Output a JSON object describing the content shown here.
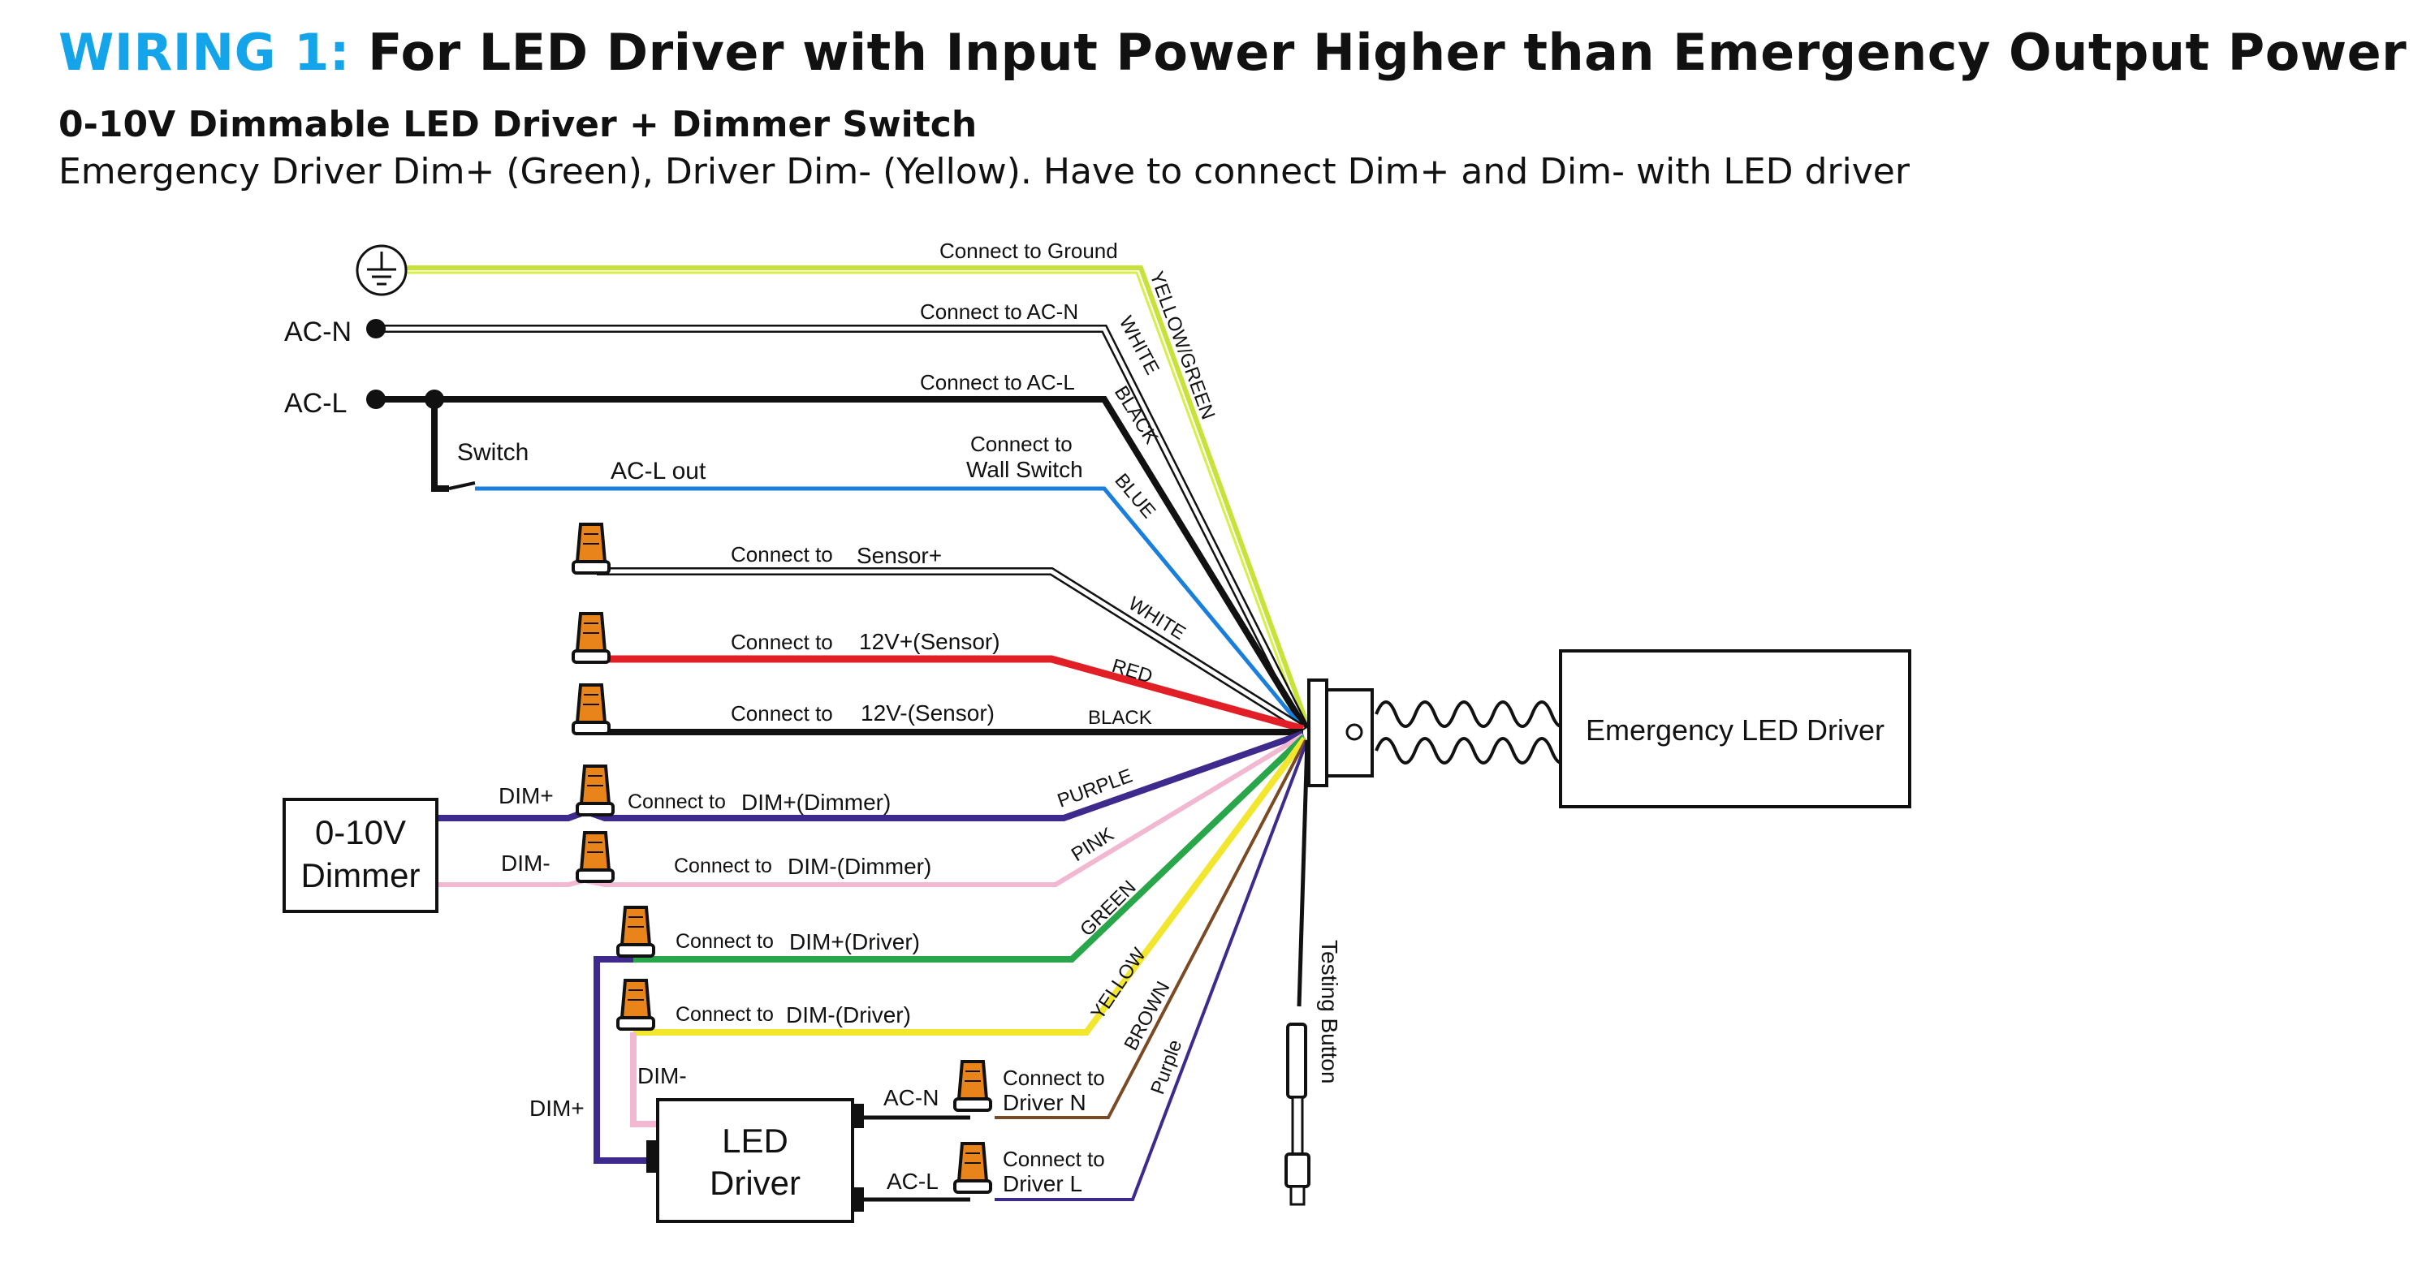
{
  "header": {
    "prefix": "WIRING 1:",
    "title": "For LED Driver with Input Power Higher than Emergency Output Power",
    "subtitle": "0-10V Dimmable LED Driver + Dimmer Switch",
    "description": "Emergency Driver Dim+ (Green), Driver Dim- (Yellow). Have to connect Dim+ and Dim- with LED driver"
  },
  "colors": {
    "accent": "#14a4ea",
    "yellow_green": "#c9e23a",
    "white_wire": "#ffffff",
    "black_wire": "#111111",
    "blue": "#1a7fdc",
    "red": "#e21f26",
    "purple": "#3d2a8c",
    "pink": "#f2b8d2",
    "green": "#2aa64a",
    "yellow": "#f2e62e",
    "brown": "#7a4a24",
    "nut_orange": "#e8841a"
  },
  "labels": {
    "ac_n": "AC-N",
    "ac_l": "AC-L",
    "switch": "Switch",
    "ac_l_out": "AC-L out",
    "ground": "Connect to Ground",
    "to_ac_n": "Connect to AC-N",
    "to_ac_l": "Connect to AC-L",
    "wall_1": "Connect to",
    "wall_2": "Wall Switch",
    "sensor_pre": "Connect to",
    "sensor_plus": "Sensor+",
    "v12p_pre": "Connect to",
    "v12p": "12V+(Sensor)",
    "v12m_pre": "Connect to",
    "v12m": "12V-(Sensor)",
    "dim_plus": "DIM+",
    "dim_minus": "DIM-",
    "dimp_dimmer_pre": "Connect to",
    "dimp_dimmer": "DIM+(Dimmer)",
    "dimm_dimmer_pre": "Connect to",
    "dimm_dimmer": "DIM-(Dimmer)",
    "dimp_driver_pre": "Connect to",
    "dimp_driver": "DIM+(Driver)",
    "dimm_driver_pre": "Connect to",
    "dimm_driver": "DIM-(Driver)",
    "dimm_vert": "DIM-",
    "dimp_vert": "DIM+",
    "drv_acn": "AC-N",
    "drv_acl": "AC-L",
    "drv_n_1": "Connect to",
    "drv_n_2": "Driver N",
    "drv_l_1": "Connect to",
    "drv_l_2": "Driver L",
    "testing": "Testing Button"
  },
  "wire_tags": {
    "yellow_green": "YELLOW/GREEN",
    "white": "WHITE",
    "black": "BLACK",
    "blue": "BLUE",
    "white2": "WHITE",
    "red": "RED",
    "black2": "BLACK",
    "purple": "PURPLE",
    "pink": "PINK",
    "green": "GREEN",
    "yellow": "YELLOW",
    "brown": "BROWN",
    "purple2": "Purple"
  },
  "boxes": {
    "dimmer_1": "0-10V",
    "dimmer_2": "Dimmer",
    "led_1": "LED",
    "led_2": "Driver",
    "emergency": "Emergency LED Driver"
  }
}
